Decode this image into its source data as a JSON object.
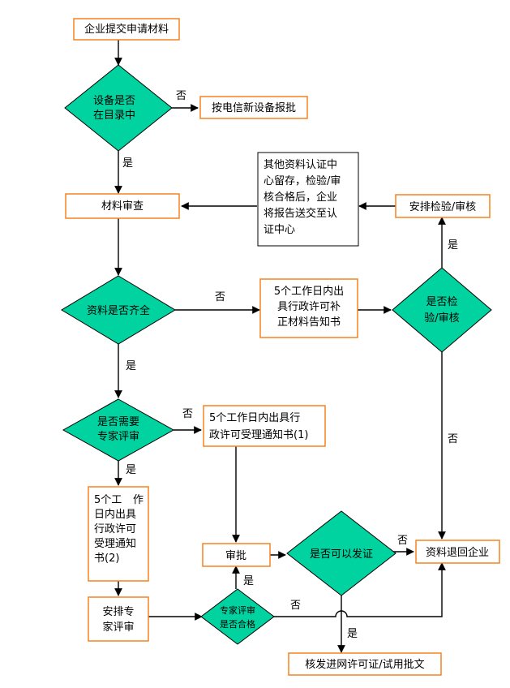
{
  "colors": {
    "box_border": "#f58220",
    "diamond_fill": "#00d2a0",
    "line": "#000000"
  },
  "nodes": {
    "submit": "企业提交申请材料",
    "in_catalog": [
      "设备是否",
      "在目录中"
    ],
    "new_device": "按电信新设备报批",
    "review": "材料审查",
    "note": [
      "其他资料认证中",
      "心留存，检验/审",
      "核合格后，企业",
      "将报告送交至认",
      "证中心"
    ],
    "arrange_test": "安排检验/审核",
    "complete": "资料是否齐全",
    "supplement": [
      "5个工作日内出",
      "具行政许可补",
      "正材料告知书"
    ],
    "need_test": [
      "是否检",
      "验/审核"
    ],
    "need_expert": [
      "是否需要",
      "专家评审"
    ],
    "accept1": [
      "5个工作日内出具行",
      "政许可受理通知书(1)"
    ],
    "accept2": [
      "5个工",
      "作",
      "日内出具",
      "行政许可",
      "受理通知",
      "书(2)"
    ],
    "approve": "审批",
    "can_issue": "是否可以发证",
    "return": "资料退回企业",
    "arrange_expert": [
      "安排专",
      "家评审"
    ],
    "expert_pass": [
      "专家评审",
      "是否合格"
    ],
    "issue": "核发进网许可证/试用批文"
  },
  "edge_labels": {
    "catalog_no": "否",
    "catalog_yes": "是",
    "test_yes": "是",
    "complete_no": "否",
    "complete_yes": "是",
    "test_no": "否",
    "expert_no": "否",
    "expert_yes": "是",
    "issue_no": "否",
    "pass_yes": "是",
    "pass_no": "否",
    "issue_yes": "是"
  }
}
